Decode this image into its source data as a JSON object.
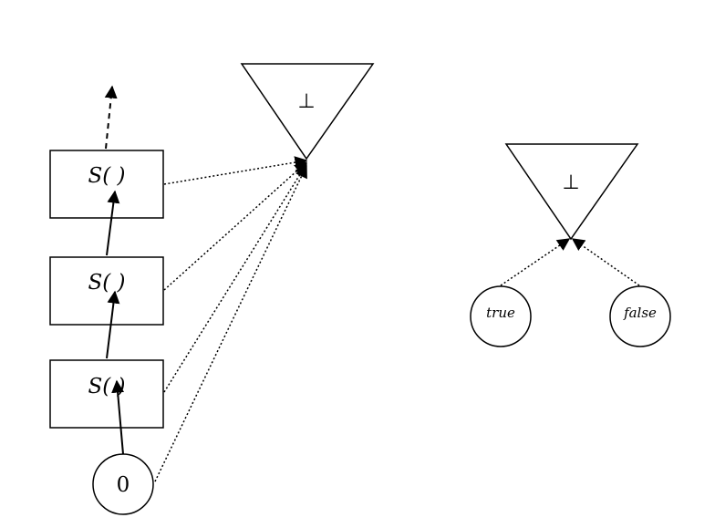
{
  "nodes": {
    "successors": [
      {
        "label": "S( )"
      },
      {
        "label": "S( )"
      },
      {
        "label": "S( )"
      }
    ],
    "zero": {
      "label": "0"
    },
    "bottom_left": {
      "label": "⊥"
    },
    "bottom_right": {
      "label": "⊥"
    },
    "true_node": {
      "label": "true"
    },
    "false_node": {
      "label": "false"
    }
  }
}
